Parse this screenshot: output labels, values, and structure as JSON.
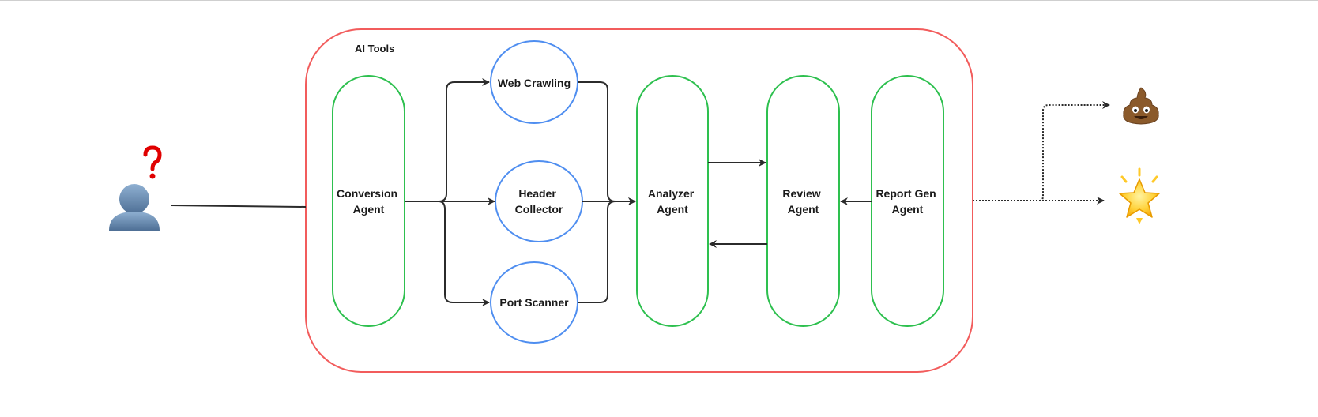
{
  "diagram": {
    "group": {
      "label": "AI Tools",
      "border_color": "#f25c5c"
    },
    "nodes": [
      {
        "id": "conversion",
        "lines": [
          "Conversion",
          "Agent"
        ],
        "shape": "pill",
        "color": "#2ec04f"
      },
      {
        "id": "web_crawling",
        "lines": [
          "Web Crawling"
        ],
        "shape": "circle",
        "color": "#4f8ef0"
      },
      {
        "id": "header_collector",
        "lines": [
          "Header",
          "Collector"
        ],
        "shape": "circle",
        "color": "#4f8ef0"
      },
      {
        "id": "port_scanner",
        "lines": [
          "Port Scanner"
        ],
        "shape": "circle",
        "color": "#4f8ef0"
      },
      {
        "id": "analyzer",
        "lines": [
          "Analyzer",
          "Agent"
        ],
        "shape": "pill",
        "color": "#2ec04f"
      },
      {
        "id": "review",
        "lines": [
          "Review",
          "Agent"
        ],
        "shape": "pill",
        "color": "#2ec04f"
      },
      {
        "id": "report_gen",
        "lines": [
          "Report Gen",
          "Agent"
        ],
        "shape": "pill",
        "color": "#2ec04f"
      }
    ],
    "edges": [
      {
        "from": "user",
        "to": "group",
        "style": "solid",
        "arrow": false
      },
      {
        "from": "conversion",
        "to": "web_crawling",
        "style": "solid",
        "arrow": true
      },
      {
        "from": "conversion",
        "to": "header_collector",
        "style": "solid",
        "arrow": true
      },
      {
        "from": "conversion",
        "to": "port_scanner",
        "style": "solid",
        "arrow": true
      },
      {
        "from": "web_crawling",
        "to": "analyzer",
        "style": "solid",
        "arrow": true
      },
      {
        "from": "header_collector",
        "to": "analyzer",
        "style": "solid",
        "arrow": true
      },
      {
        "from": "port_scanner",
        "to": "analyzer",
        "style": "solid",
        "arrow": true
      },
      {
        "from": "analyzer",
        "to": "review",
        "style": "solid",
        "arrow": true
      },
      {
        "from": "review",
        "to": "analyzer",
        "style": "solid",
        "arrow": true
      },
      {
        "from": "report_gen",
        "to": "review",
        "style": "solid",
        "arrow": true
      },
      {
        "from": "group",
        "to": "poop_outcome",
        "style": "dotted",
        "arrow": true
      },
      {
        "from": "group",
        "to": "star_outcome",
        "style": "dotted",
        "arrow": true
      }
    ],
    "icons": {
      "user": "user-silhouette-icon",
      "question": "question-mark-icon",
      "poop": "pile-of-poo-icon",
      "star": "glowing-star-icon"
    },
    "colors": {
      "user_figure": "#6f8fb3",
      "question_mark": "#e00000",
      "star": "#ffc928",
      "poop": "#8b5a2b"
    }
  }
}
